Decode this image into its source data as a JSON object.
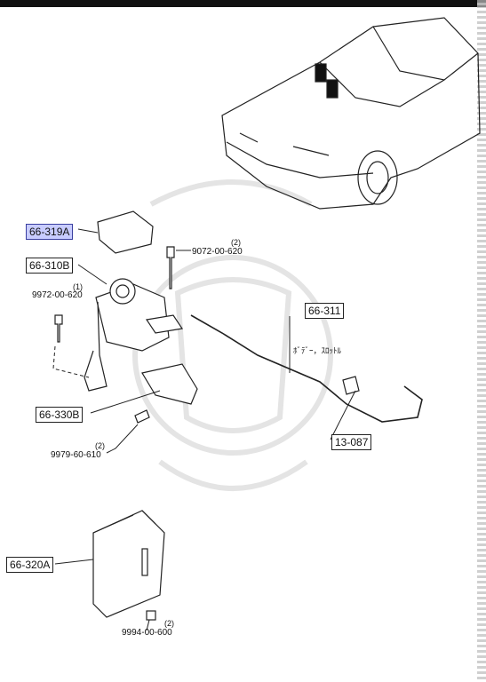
{
  "callouts": {
    "c319a": "66-319A",
    "c310b": "66-310B",
    "c330b": "66-330B",
    "c311": "66-311",
    "c087": "13-087",
    "c320a": "66-320A"
  },
  "parts": {
    "p9072": {
      "qty": "(2)",
      "number": "9072-00-620"
    },
    "p9972": {
      "qty": "(1)",
      "number": "9972-00-620"
    },
    "p9979": {
      "qty": "(2)",
      "number": "9979-60-610"
    },
    "p9994": {
      "qty": "(2)",
      "number": "9994-00-600"
    }
  },
  "cable_label": "ﾎﾞﾃﾞｰ，ｽﾛｯﾄﾙ",
  "colors": {
    "highlight": "#c8ccff",
    "line": "#222222",
    "watermark": "#e6e6e6"
  }
}
